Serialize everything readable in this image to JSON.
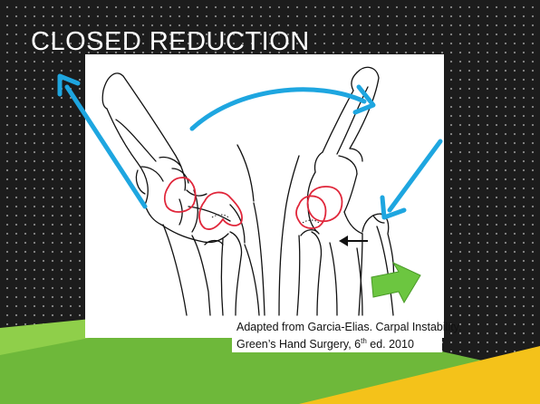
{
  "slide": {
    "title": "CLOSED REDUCTION",
    "caption": {
      "line1": "Adapted from Garcia-Elias. Carpal Instability.",
      "line2_prefix": "Green’s Hand Surgery, 6",
      "line2_sup": "th",
      "line2_suffix": " ed. 2010"
    }
  },
  "colors": {
    "background": "#1c1c1c",
    "arrow": "#1ea6e0",
    "bone_outline_highlight": "#e0263a",
    "push_arrow": "#6cc640",
    "band_green": "#8fcf4a",
    "band_yellow": "#f4c21a"
  },
  "icons": {
    "top_arc_arrow": "curved-arrow-icon",
    "left_arrow": "diagonal-arrow-icon",
    "right_arrow": "diagonal-arrow-icon",
    "push_arrow": "green-arrow-icon",
    "small_arrow": "small-black-arrow-icon"
  }
}
